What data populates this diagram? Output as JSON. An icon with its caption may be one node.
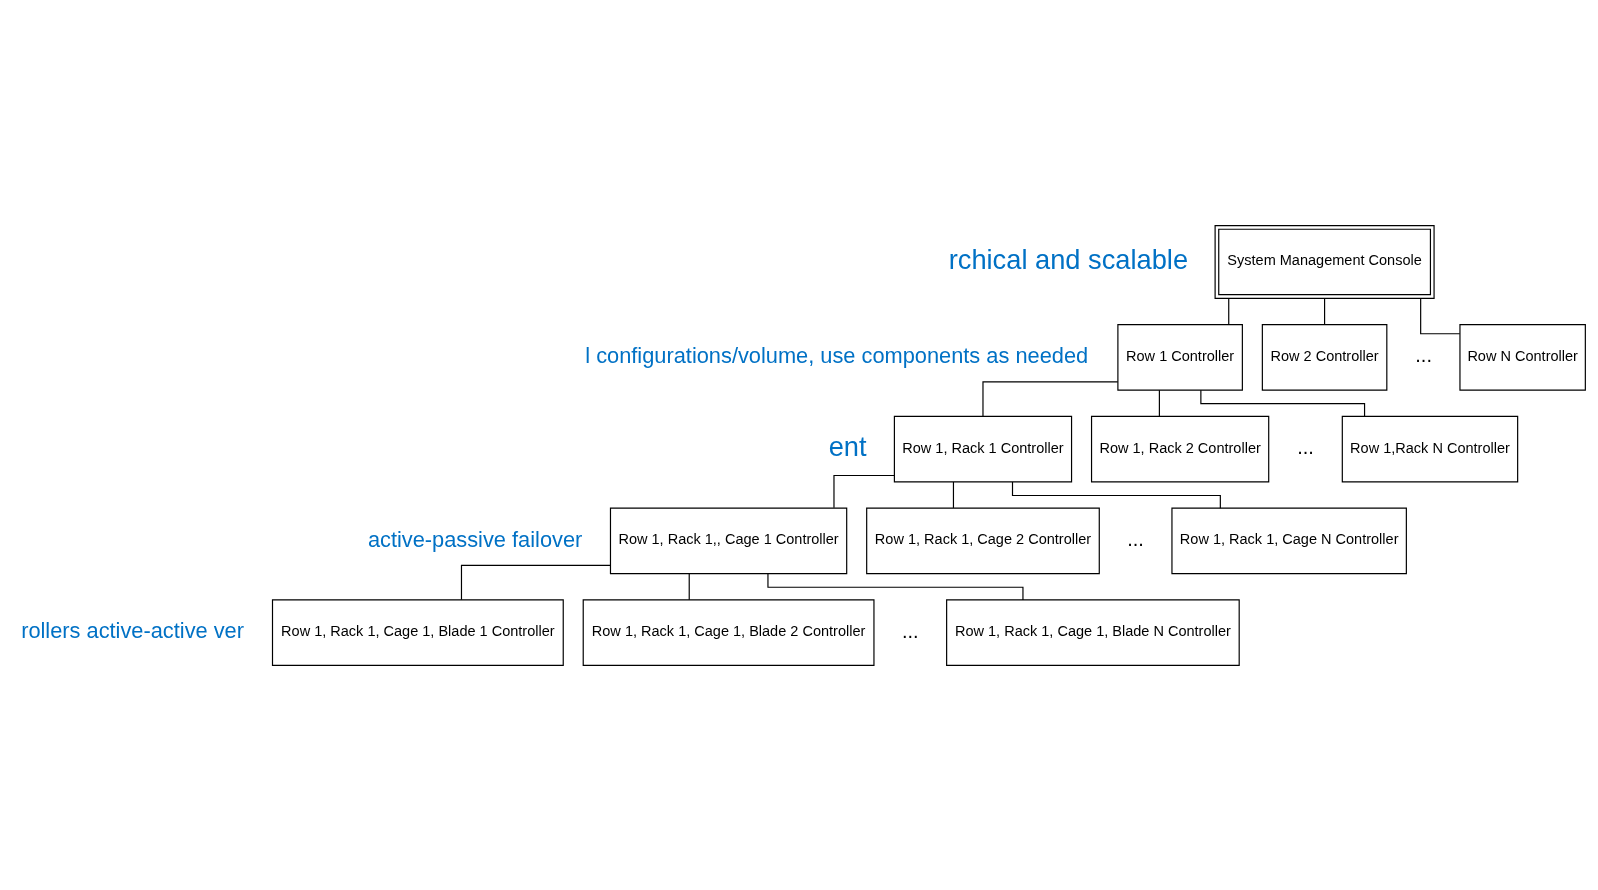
{
  "diagram": {
    "nodes": [
      {
        "text": [
          "System Management Console"
        ]
      },
      {
        "text": [
          "Row 1 Controller"
        ]
      },
      {
        "text": [
          "Row 2 Controller"
        ]
      },
      {
        "text": [
          "Row N Controller"
        ]
      },
      {
        "text": [
          "Row 1, Rack 1 Controller"
        ]
      },
      {
        "text": [
          "Row 1, Rack 2 Controller"
        ]
      },
      {
        "text": [
          "Row 1,Rack N Controller"
        ]
      },
      {
        "text": [
          "Row 1, Rack 1,, Cage 1 Controller"
        ]
      },
      {
        "text": [
          "Row 1, Rack 1, Cage 2 Controller"
        ]
      },
      {
        "text": [
          "Row 1, Rack 1, Cage N Controller"
        ]
      },
      {
        "text": [
          "Row 1, Rack 1, Cage 1, Blade 1 Controller"
        ]
      },
      {
        "text": [
          "Row 1, Rack 1, Cage 1, Blade 2 Controller"
        ]
      },
      {
        "text": [
          "Row 1, Rack 1, Cage 1, Blade N Controller"
        ]
      }
    ],
    "edges": [
      {
        "from": 0,
        "to": 1,
        "arrow": "none"
      },
      {
        "from": 0,
        "to": 2,
        "arrow": "none"
      },
      {
        "from": 0,
        "to": 3,
        "arrow": "none"
      },
      {
        "from": 1,
        "to": 4,
        "arrow": "none"
      },
      {
        "from": 1,
        "to": 5,
        "arrow": "none"
      },
      {
        "from": 1,
        "to": 6,
        "arrow": "none"
      },
      {
        "from": 4,
        "to": 7,
        "arrow": "none"
      },
      {
        "from": 4,
        "to": 8,
        "arrow": "none"
      },
      {
        "from": 4,
        "to": 9,
        "arrow": "none"
      },
      {
        "from": 7,
        "to": 10,
        "arrow": "none"
      },
      {
        "from": 7,
        "to": 11,
        "arrow": "none"
      },
      {
        "from": 7,
        "to": 12,
        "arrow": "none"
      }
    ],
    "labels": [
      "rchical and scalable",
      "l configurations/volume, use components as needed",
      "ent",
      "active-passive failover",
      "rollers active-active ver",
      "...",
      "...",
      "...",
      "..."
    ]
  }
}
